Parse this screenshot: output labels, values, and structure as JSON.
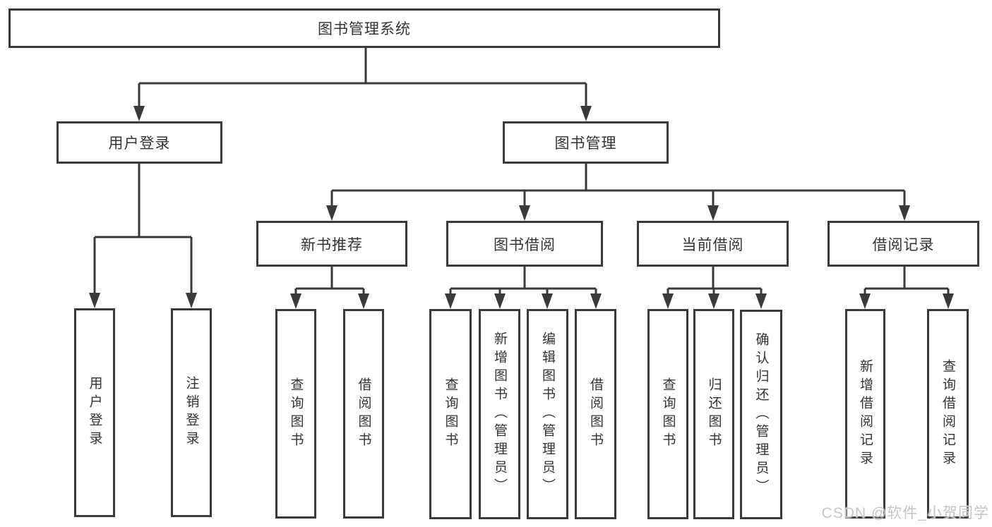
{
  "diagram": {
    "root": {
      "label": "图书管理系统"
    },
    "branches": {
      "user_login": {
        "label": "用户登录",
        "children": [
          {
            "label": "用户登录"
          },
          {
            "label": "注销登录"
          }
        ]
      },
      "book_management": {
        "label": "图书管理",
        "groups": [
          {
            "label": "新书推荐",
            "children": [
              {
                "label": "查询图书"
              },
              {
                "label": "借阅图书"
              }
            ]
          },
          {
            "label": "图书借阅",
            "children": [
              {
                "label": "查询图书"
              },
              {
                "label": "新增图书（管理员）"
              },
              {
                "label": "编辑图书（管理员）"
              },
              {
                "label": "借阅图书"
              }
            ]
          },
          {
            "label": "当前借阅",
            "children": [
              {
                "label": "查询图书"
              },
              {
                "label": "归还图书"
              },
              {
                "label": "确认归还（管理员）"
              }
            ]
          },
          {
            "label": "借阅记录",
            "children": [
              {
                "label": "新增借阅记录"
              },
              {
                "label": "查询借阅记录"
              }
            ]
          }
        ]
      }
    }
  },
  "watermark": "CSDN @软件_小贺同学",
  "colors": {
    "line": "#3a3a3a",
    "text": "#333333",
    "background": "#ffffff",
    "watermark": "#c6c6c6"
  }
}
